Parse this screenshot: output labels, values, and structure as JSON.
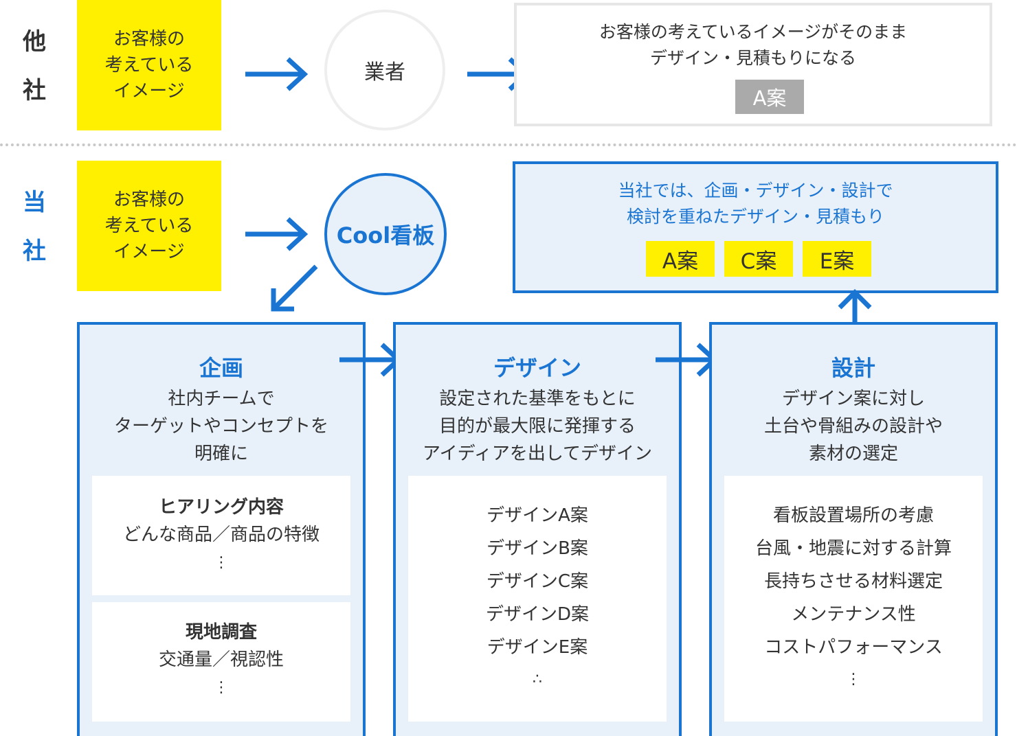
{
  "colors": {
    "accent": "#1a75d2",
    "highlight": "#fff000",
    "panel_bg": "#e8f1fa",
    "gray_tag": "#aaaaaa"
  },
  "other_company": {
    "label_chars": [
      "他",
      "社"
    ],
    "customer_image_lines": [
      "お客様の",
      "考えている",
      "イメージ"
    ],
    "vendor_label": "業者",
    "result_lines": [
      "お客様の考えているイメージがそのまま",
      "デザイン・見積もりになる"
    ],
    "result_tag": "A案"
  },
  "our_company": {
    "label_chars": [
      "当",
      "社"
    ],
    "customer_image_lines": [
      "お客様の",
      "考えている",
      "イメージ"
    ],
    "brand_label": "Cool看板",
    "result_lines": [
      "当社では、企画・デザイン・設計で",
      "検討を重ねたデザイン・見積もり"
    ],
    "result_tags": [
      "A案",
      "C案",
      "E案"
    ]
  },
  "panels": {
    "planning": {
      "title": "企画",
      "desc_lines": [
        "社内チームで",
        "ターゲットやコンセプトを",
        "明確に"
      ],
      "boxes": [
        {
          "heading": "ヒアリング内容",
          "lines": [
            "どんな商品／商品の特徴"
          ]
        },
        {
          "heading": "現地調査",
          "lines": [
            "交通量／視認性"
          ]
        }
      ]
    },
    "design": {
      "title": "デザイン",
      "desc_lines": [
        "設定された基準をもとに",
        "目的が最大限に発揮する",
        "アイディアを出してデザイン"
      ],
      "items": [
        "デザインA案",
        "デザインB案",
        "デザインC案",
        "デザインD案",
        "デザインE案"
      ]
    },
    "engineering": {
      "title": "設計",
      "desc_lines": [
        "デザイン案に対し",
        "土台や骨組みの設計や",
        "素材の選定"
      ],
      "items": [
        "看板設置場所の考慮",
        "台風・地震に対する計算",
        "長持ちさせる材料選定",
        "メンテナンス性",
        "コストパフォーマンス"
      ]
    }
  }
}
